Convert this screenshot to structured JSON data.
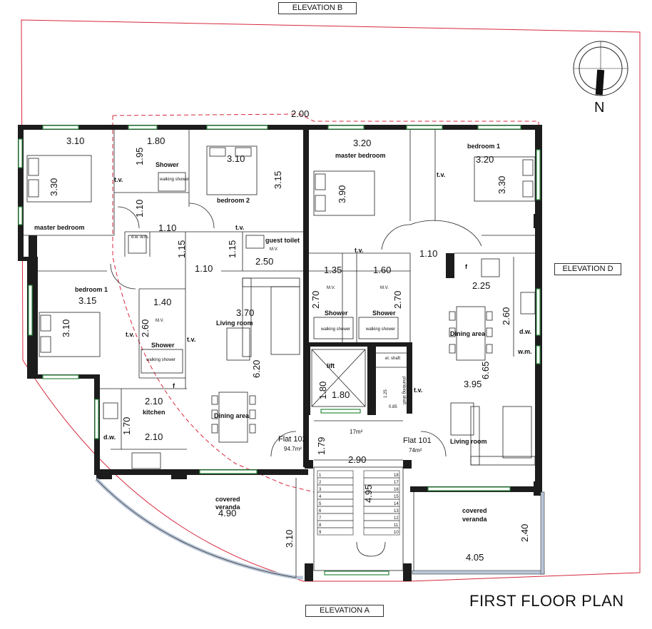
{
  "title": "FIRST FLOOR PLAN",
  "north_label": "N",
  "elevations": {
    "b": "ELEVATION B",
    "a": "ELEVATION A",
    "d": "ELEVATION D"
  },
  "flats": {
    "f102": {
      "name": "Flat 102",
      "area": "94.7m²"
    },
    "f101": {
      "name": "Flat 101",
      "area": "74m²"
    },
    "lobby_area": "17m²"
  },
  "rooms": {
    "master_bedroom_left": "master bedroom",
    "shower_top_left": "Shower",
    "walking_shower_1": "walking shower",
    "bedroom2": "bedroom 2",
    "guest_toilet": "guest toilet",
    "mv_guest": "M.V.",
    "bedroom1_left": "bedroom 1",
    "shower_left": "Shower",
    "walking_shower_2": "walking shower",
    "living_left": "Living room",
    "dining_left": "Dining area",
    "kitchen": "kitchen",
    "dw_left": "d.w.",
    "dw_wm_box": "d.w.\nw.m.",
    "covered_veranda_left_1": "covered",
    "covered_veranda_left_2": "veranda",
    "master_bedroom_right": "master bedroom",
    "bedroom1_right": "bedroom 1",
    "shower_mid_l": "Shower",
    "shower_mid_r": "Shower",
    "walking_shower_3": "walking shower",
    "walking_shower_4": "walking shower",
    "mv_1": "M.V.",
    "mv_2": "M.V.",
    "mv_3": "M.V.",
    "dining_right": "Dining area",
    "living_right": "Living room",
    "dw_right": "d.w.",
    "wm_right": "w.m.",
    "covered_veranda_right_1": "covered",
    "covered_veranda_right_2": "veranda",
    "lift": "lift",
    "el_shaft": "el. shaft",
    "plumbing_shaft": "plumbing shaft",
    "tv": "t.v.",
    "f_label": "f"
  },
  "dimensions": {
    "d_2_00": "2.00",
    "d_3_10_a": "3.10",
    "d_1_80_a": "1.80",
    "d_1_95": "1.95",
    "d_3_30_a": "3.30",
    "d_3_10_b": "3.10",
    "d_3_15_a": "3.15",
    "d_1_10_a": "1.10",
    "d_1_10_b": "1.10",
    "d_1_15_a": "1.15",
    "d_1_15_b": "1.15",
    "d_2_50": "2.50",
    "d_1_10_c": "1.10",
    "d_3_15_b": "3.15",
    "d_1_40": "1.40",
    "d_3_10_c": "3.10",
    "d_2_60_a": "2.60",
    "d_3_70": "3.70",
    "d_6_20": "6.20",
    "d_2_10_a": "2.10",
    "d_1_70": "1.70",
    "d_2_10_b": "2.10",
    "d_4_90": "4.90",
    "d_3_10_d": "3.10",
    "d_1_80_b": "1.80",
    "d_1_80_c": "1.80",
    "d_1_79": "1.79",
    "d_2_90": "2.90",
    "d_4_95": "4.95",
    "d_3_20_a": "3.20",
    "d_3_20_b": "3.20",
    "d_3_90": "3.90",
    "d_3_30_b": "3.30",
    "d_1_10_d": "1.10",
    "d_1_35": "1.35",
    "d_1_60": "1.60",
    "d_2_70_a": "2.70",
    "d_2_70_b": "2.70",
    "d_2_25": "2.25",
    "d_2_60_b": "2.60",
    "d_6_65": "6.65",
    "d_3_95": "3.95",
    "d_1_25": "1.25",
    "d_0_85": "0.85",
    "d_2_40": "2.40",
    "d_4_05": "4.05"
  },
  "stair_steps_left": [
    "1",
    "2",
    "3",
    "4",
    "5",
    "6",
    "7",
    "8",
    "9"
  ],
  "stair_steps_right": [
    "18",
    "17",
    "16",
    "15",
    "14",
    "13",
    "12",
    "11",
    "10"
  ],
  "colors": {
    "wall": "#1c1c1c",
    "boundary": "#d6283c",
    "window": "#2b8a3e",
    "veranda_rail": "#b9c6d9"
  }
}
